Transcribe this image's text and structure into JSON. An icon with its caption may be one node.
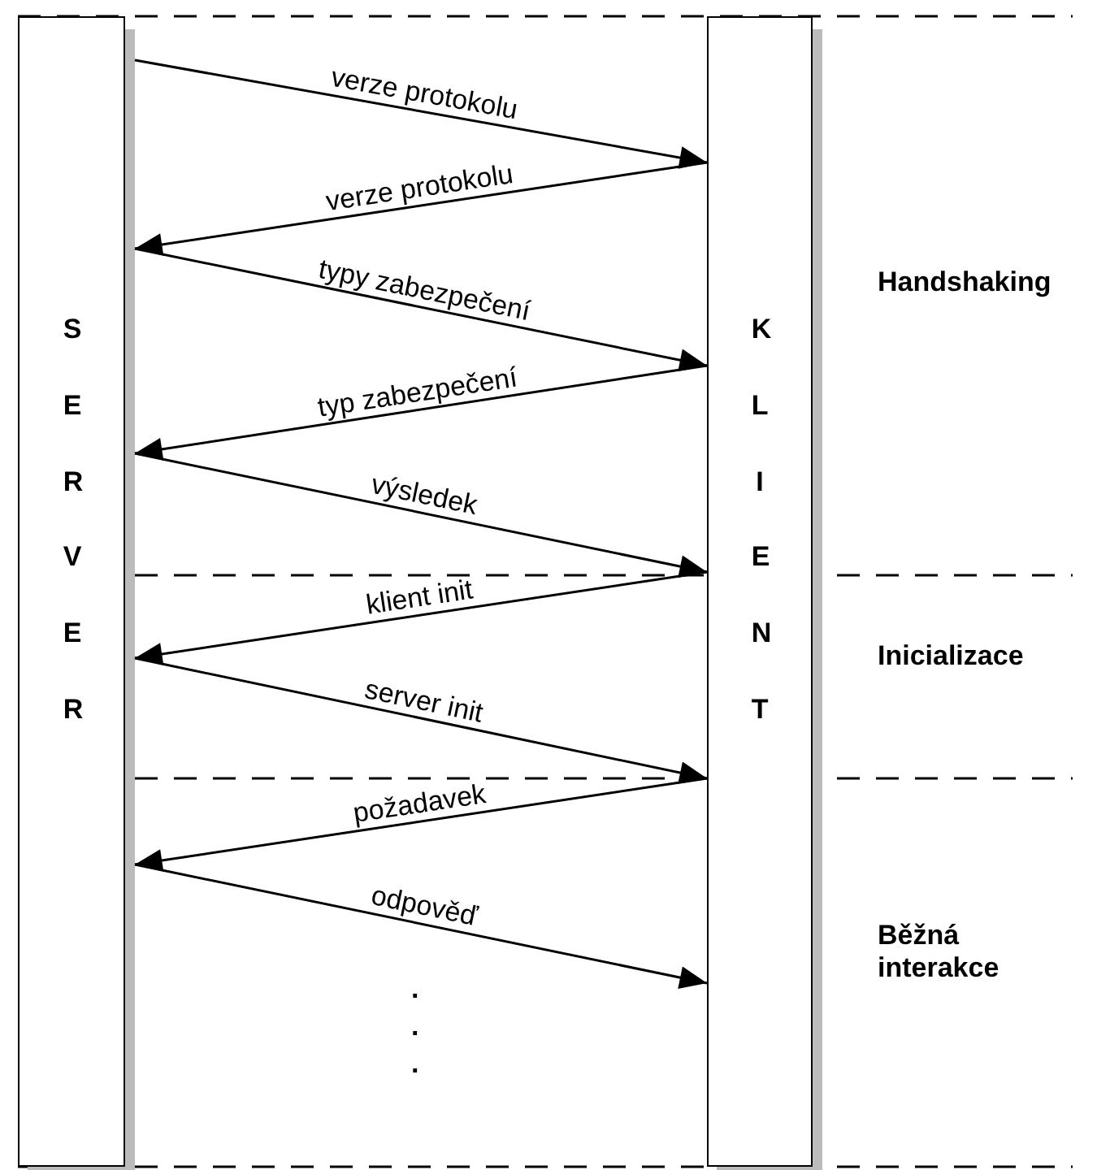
{
  "diagram": {
    "nodes": [
      {
        "text": [
          "SERVER"
        ]
      },
      {
        "text": [
          "KLIENT"
        ]
      }
    ],
    "edges": [
      {
        "from": 0,
        "to": 1,
        "arrow": "to",
        "label": "verze protokolu"
      },
      {
        "from": 1,
        "to": 0,
        "arrow": "to",
        "label": "verze protokolu"
      },
      {
        "from": 0,
        "to": 1,
        "arrow": "to",
        "label": "typy zabezpečení"
      },
      {
        "from": 1,
        "to": 0,
        "arrow": "to",
        "label": "typ zabezpečení"
      },
      {
        "from": 0,
        "to": 1,
        "arrow": "to",
        "label": "výsledek"
      },
      {
        "from": 1,
        "to": 0,
        "arrow": "to",
        "label": "klient init"
      },
      {
        "from": 0,
        "to": 1,
        "arrow": "to",
        "label": "server init"
      },
      {
        "from": 1,
        "to": 0,
        "arrow": "to",
        "label": "požadavek"
      },
      {
        "from": 0,
        "to": 1,
        "arrow": "to",
        "label": "odpověď"
      }
    ],
    "labels": [
      "Handshaking",
      "Inicializace",
      "Běžná interakce",
      ".",
      ".",
      "."
    ]
  }
}
